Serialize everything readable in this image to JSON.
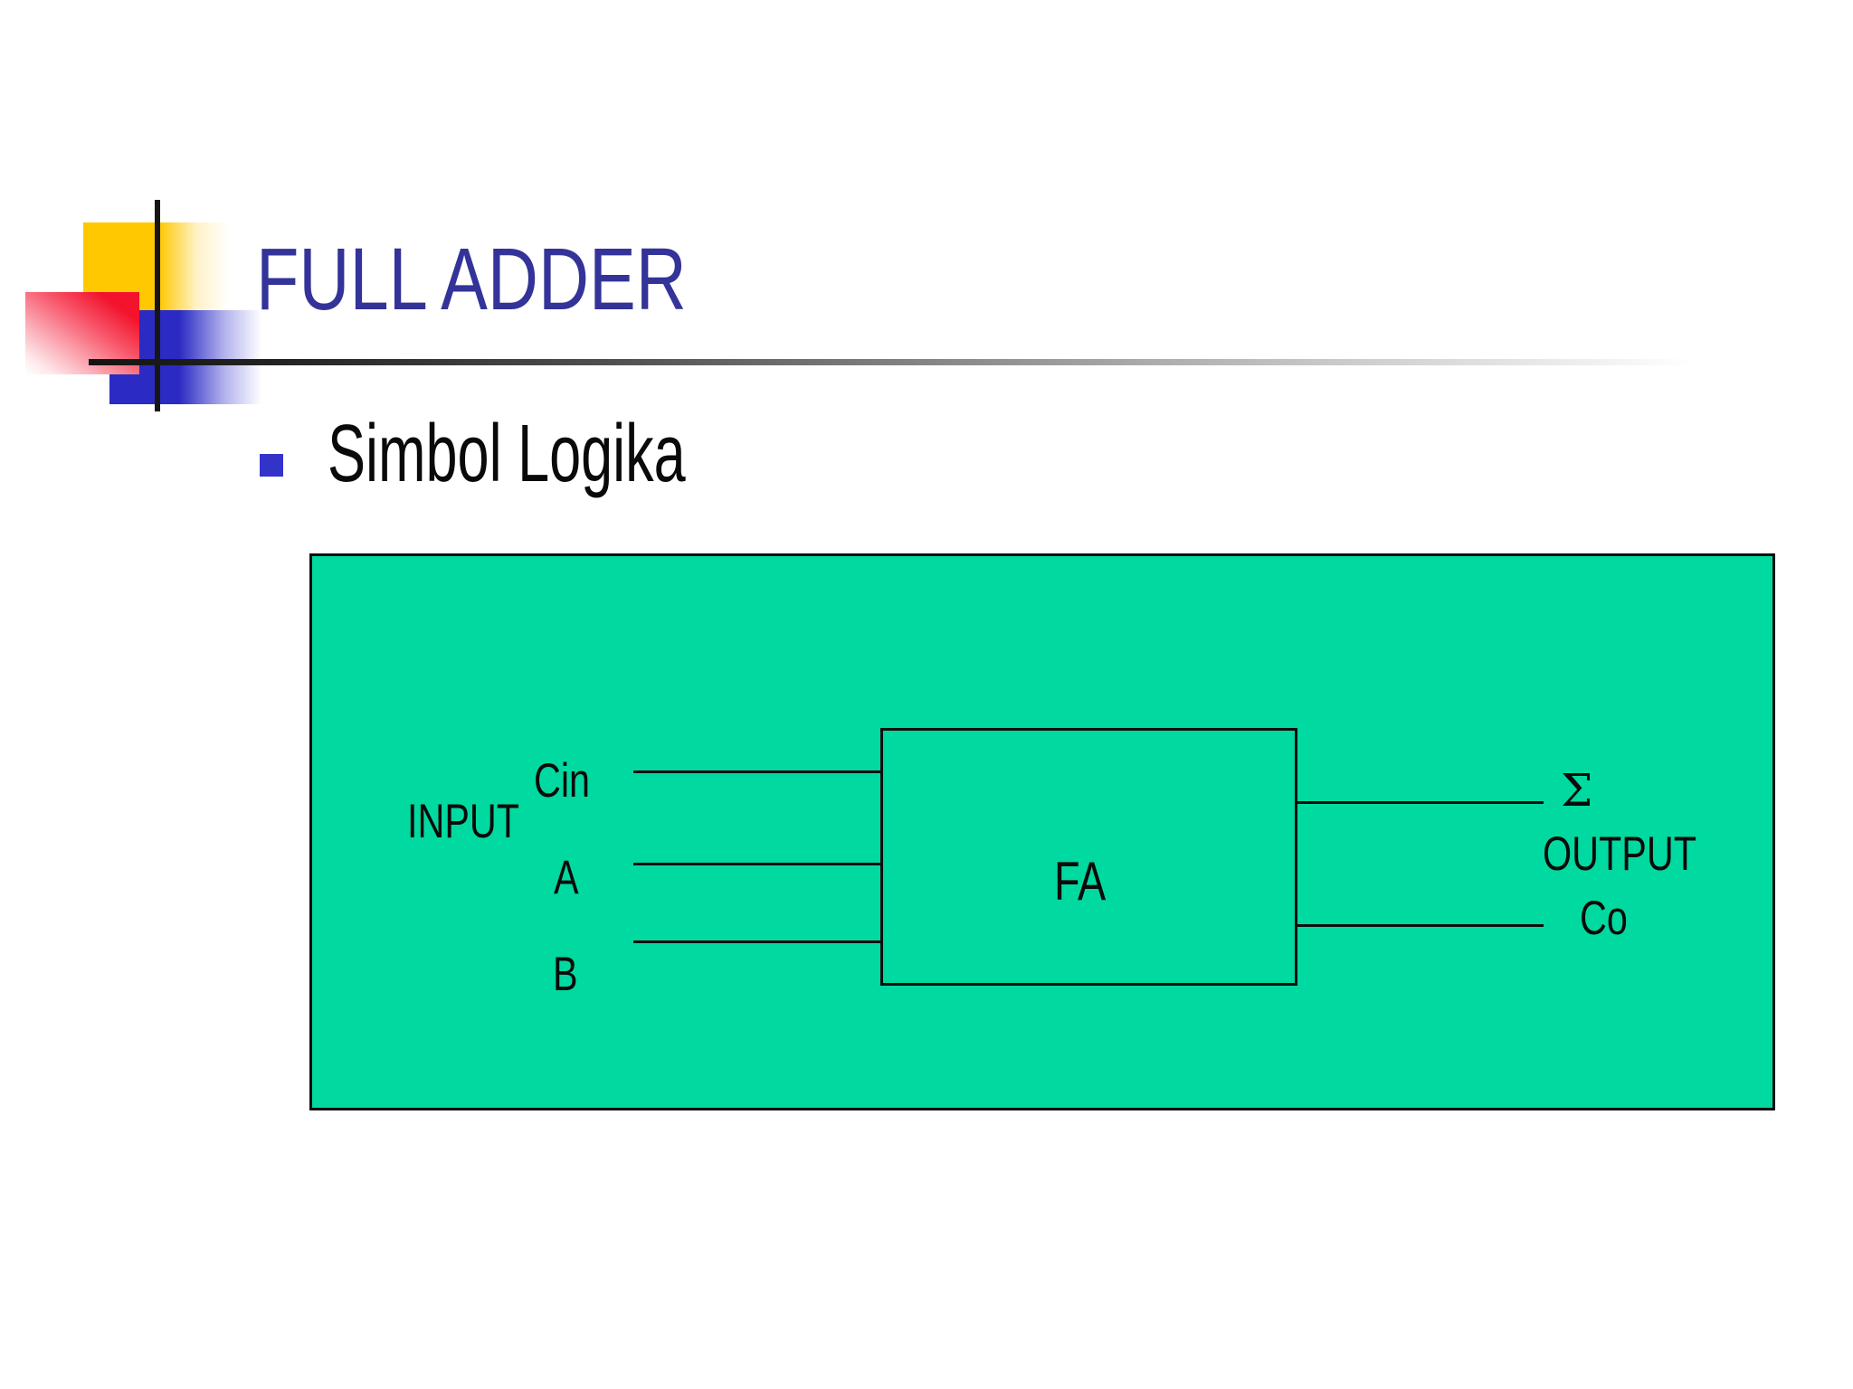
{
  "slide": {
    "title": "FULL ADDER",
    "bullet_text": "Simbol Logika",
    "bullet_marker": "square-bullet",
    "diagram": {
      "input_group_label": "INPUT",
      "inputs": [
        "Cin",
        "A",
        "B"
      ],
      "block_label": "FA",
      "output_group_label": "OUTPUT",
      "outputs": [
        "Σ",
        "Co"
      ],
      "colors": {
        "panel_green": "#00D9A0"
      }
    },
    "colors": {
      "title_blue": "#333399",
      "bullet_blue": "#3333CC",
      "deco_yellow": "#FFC800",
      "deco_red": "#F3132D",
      "deco_blue": "#2B2BC4"
    }
  }
}
